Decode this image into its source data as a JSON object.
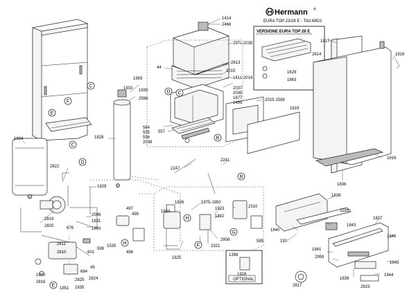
{
  "brand": {
    "name": "Hermann",
    "mark": "®"
  },
  "header": {
    "model_line": "EURA TOP 23/28 E  -  TAV.495/2"
  },
  "inset": {
    "title": "VERSIONE EURA TOP 28 E",
    "labels": [
      "2814",
      "1629",
      "1663"
    ]
  },
  "optional_box": {
    "label": "OPTIONAL",
    "labels": [
      "1398",
      "1928"
    ]
  },
  "callout_letters": {
    "C1": "C",
    "F1": "F",
    "E1": "E",
    "C2": "C",
    "D1": "D",
    "D2": "D",
    "C3": "C",
    "B1": "B",
    "B2": "B",
    "H1": "H",
    "G1": "G",
    "F2": "F",
    "H2": "H",
    "E2": "E"
  },
  "labels": {
    "l1414": "1414",
    "l2466": "2466",
    "l297c": "297c-2035",
    "l2813": "2813",
    "l44": "44",
    "l2015a": "2015",
    "l1411": "1411-2014",
    "l2037": "2037",
    "l2036": "2036",
    "l1877": "1877",
    "l1499": "1499",
    "l2015b": "2015-1598",
    "l1819": "1819",
    "l564": "564",
    "l555": "555",
    "l556": "556",
    "l2038": "2038",
    "l557": "557",
    "l1817": "1817",
    "l1818": "1818",
    "l1816": "1816",
    "l1836": "1836",
    "l1993a": "1993",
    "l1933": "1933",
    "l1830": "1830",
    "l2596a": "2596",
    "l1828": "1828",
    "l1834": "1834",
    "l2822": "2822",
    "l1829": "1829",
    "l2819": "2819",
    "l2820": "2820",
    "l2596b": "2596",
    "l1831": "1831",
    "l676": "676",
    "l1993b": "1993",
    "l1535": "1535",
    "l599": "599",
    "l601": "601",
    "l2811": "2811",
    "l2810": "2810",
    "l684": "684",
    "l49": "49",
    "l2824": "2824",
    "l2825": "2825",
    "l1900": "1900",
    "l2816": "2816",
    "l1851": "1851",
    "l1835": "1835",
    "l497": "497",
    "l499": "499",
    "l498": "498",
    "l2247": "2247",
    "l2241": "2241",
    "l1826": "1826",
    "l1824": "1824",
    "l1975": "1975-1950",
    "l1823": "1823",
    "l1822": "1822",
    "l2310": "2310",
    "l2808": "2808",
    "l2321": "2321",
    "l585": "585",
    "l1825": "1825",
    "l1838": "1838",
    "l3222": "3222",
    "l1840": "1840",
    "l1843": "1843",
    "l192": "192",
    "l1837": "1837",
    "l1846": "1846",
    "l1841": "1841",
    "l2959": "2959",
    "l1845": "1845",
    "l1839": "1839",
    "l1844": "1844",
    "l2817": "2817",
    "l2823": "2823"
  }
}
